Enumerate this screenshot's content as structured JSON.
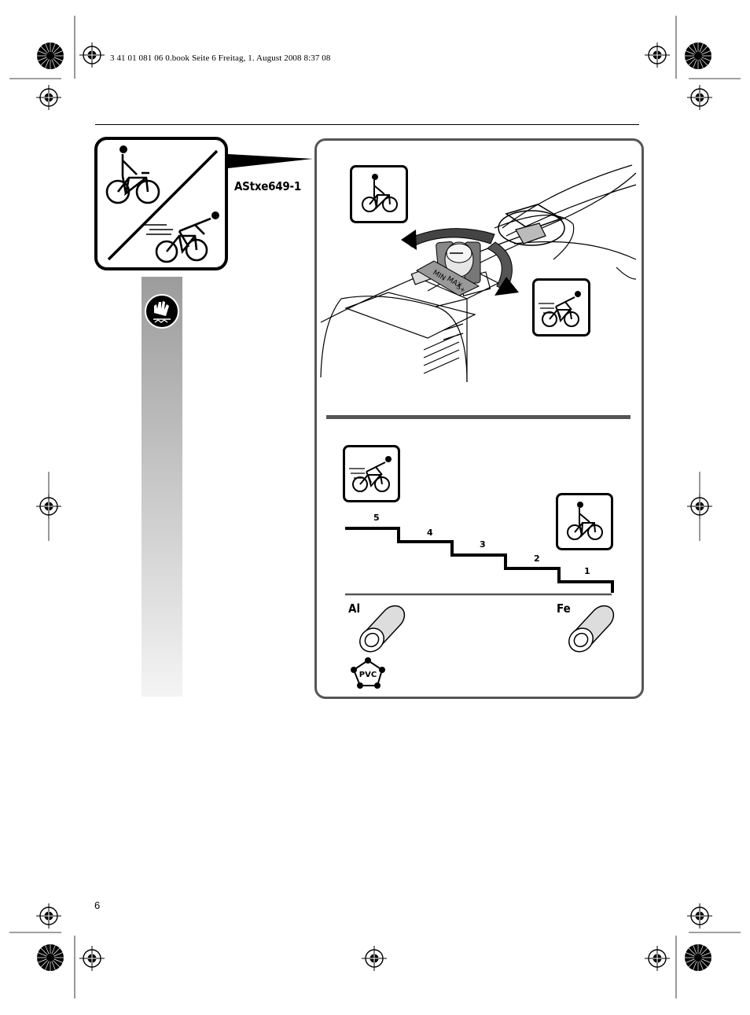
{
  "header": {
    "file_info": "3 41 01 081 06 0.book  Seite 6  Freitag, 1. August 2008  8:37 08"
  },
  "figure": {
    "model_code": "AStxe649-1",
    "dial_labels": [
      "MAX",
      "MIN",
      "S+"
    ],
    "steps": [
      "5",
      "4",
      "3",
      "2",
      "1"
    ],
    "step_levels": [
      5,
      4,
      3,
      2,
      1
    ],
    "materials": {
      "left": "Al",
      "right": "Fe",
      "plastic": "PVC"
    }
  },
  "footer": {
    "page_number": "6"
  },
  "icons": [
    "registration-mark-icon",
    "slow-cyclist-icon",
    "fast-cyclist-icon",
    "protective-gloves-icon",
    "pipe-icon"
  ],
  "colors": {
    "ink": "#000000",
    "sidebar_gradient_top": "#9c9c9c",
    "sidebar_gradient_bottom": "#f4f4f4"
  }
}
